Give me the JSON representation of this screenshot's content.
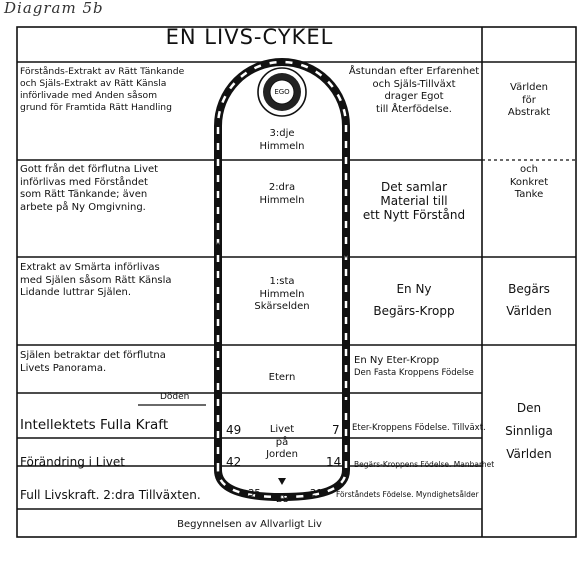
{
  "caption": "Diagram 5b",
  "title": "EN LIVS-CYKEL",
  "center": {
    "ego": "EGO",
    "heaven3": [
      "3:dje",
      "Himmeln"
    ],
    "heaven2": [
      "2:dra",
      "Himmeln"
    ],
    "heaven1": [
      "1:sta",
      "Himmeln",
      "Skärselden"
    ],
    "ethereal": "Etern",
    "life": [
      "Livet",
      "på",
      "Jorden"
    ]
  },
  "left": {
    "extract": [
      "Förstånds-Extrakt av Rätt Tänkande",
      "och Själs-Extrakt av Rätt Känsla",
      "införlivade med Anden såsom",
      "grund för Framtida Rätt Handling"
    ],
    "good": [
      "Gott från det förflutna Livet",
      "införlivas med Förståndet",
      "som Rätt Tänkande; även",
      "arbete på Ny Omgivning."
    ],
    "pain": [
      "Extrakt av Smärta införlivas",
      "med Själen såsom Rätt Känsla",
      "Lidande luttrar Själen."
    ],
    "panorama": [
      "Själen betraktar det förflutna",
      "Livets Panorama."
    ],
    "death": "Döden",
    "intellect": "Intellektets Fulla Kraft",
    "change": "Förändring i Livet",
    "vitality": "Full Livskraft. 2:dra Tillväxten."
  },
  "right": {
    "longing": [
      "Åstundan efter Erfarenhet",
      "och Själs-Tillväxt",
      "drager Egot",
      "till Återfödelse."
    ],
    "gathers": [
      "Det samlar",
      "Material till",
      "ett Nytt Förstånd"
    ],
    "desire_body": [
      "En Ny",
      "Begärs-Kropp"
    ],
    "ether_body": [
      "En Ny Eter-Kropp",
      "Den Fasta Kroppens Födelse"
    ],
    "ether_growth": "Eter-Kroppens Födelse. Tillväxt.",
    "desire_birth": "Begärs-Kroppens Födelse. Manbarhet",
    "mind_birth": "Förståndets Födelse. Myndighetsålder"
  },
  "worlds": {
    "abstract": [
      "Världen",
      "för",
      "Abstrakt"
    ],
    "concrete": [
      "och",
      "Konkret",
      "Tanke"
    ],
    "desire": [
      "Begärs",
      "Världen"
    ],
    "physical": [
      "Den",
      "Sinnliga",
      "Världen"
    ]
  },
  "ages": {
    "a49": "49",
    "a42": "42",
    "a35": "35",
    "a28": "28",
    "a21": "21",
    "a14": "14",
    "a7": "7"
  },
  "footer": "Begynnelsen av Allvarligt Liv"
}
